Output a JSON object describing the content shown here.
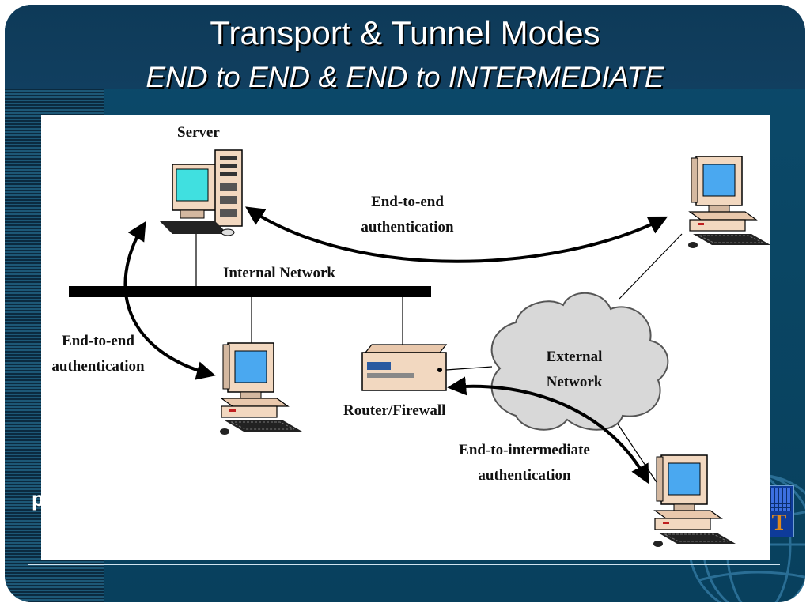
{
  "slide": {
    "title": "Transport & Tunnel Modes",
    "subtitle": "END to END & END to INTERMEDIATE",
    "partial_text": "p",
    "logo_letter": "T"
  },
  "diagram": {
    "server_label": "Server",
    "internal_network_label": "Internal Network",
    "external_network_label": "External Network",
    "router_label": "Router/Firewall",
    "e2e_top_label": "End-to-end authentication",
    "e2e_left_label": "End-to-end authentication",
    "e2i_label": "End-to-intermediate authentication"
  },
  "colors": {
    "slide_blue": "#0c4a6c",
    "screen_cyan": "#40e0e0",
    "screen_blue": "#4aa8f0",
    "computer_beige": "#f2d8c0",
    "cloud_gray": "#d8d8d8"
  }
}
